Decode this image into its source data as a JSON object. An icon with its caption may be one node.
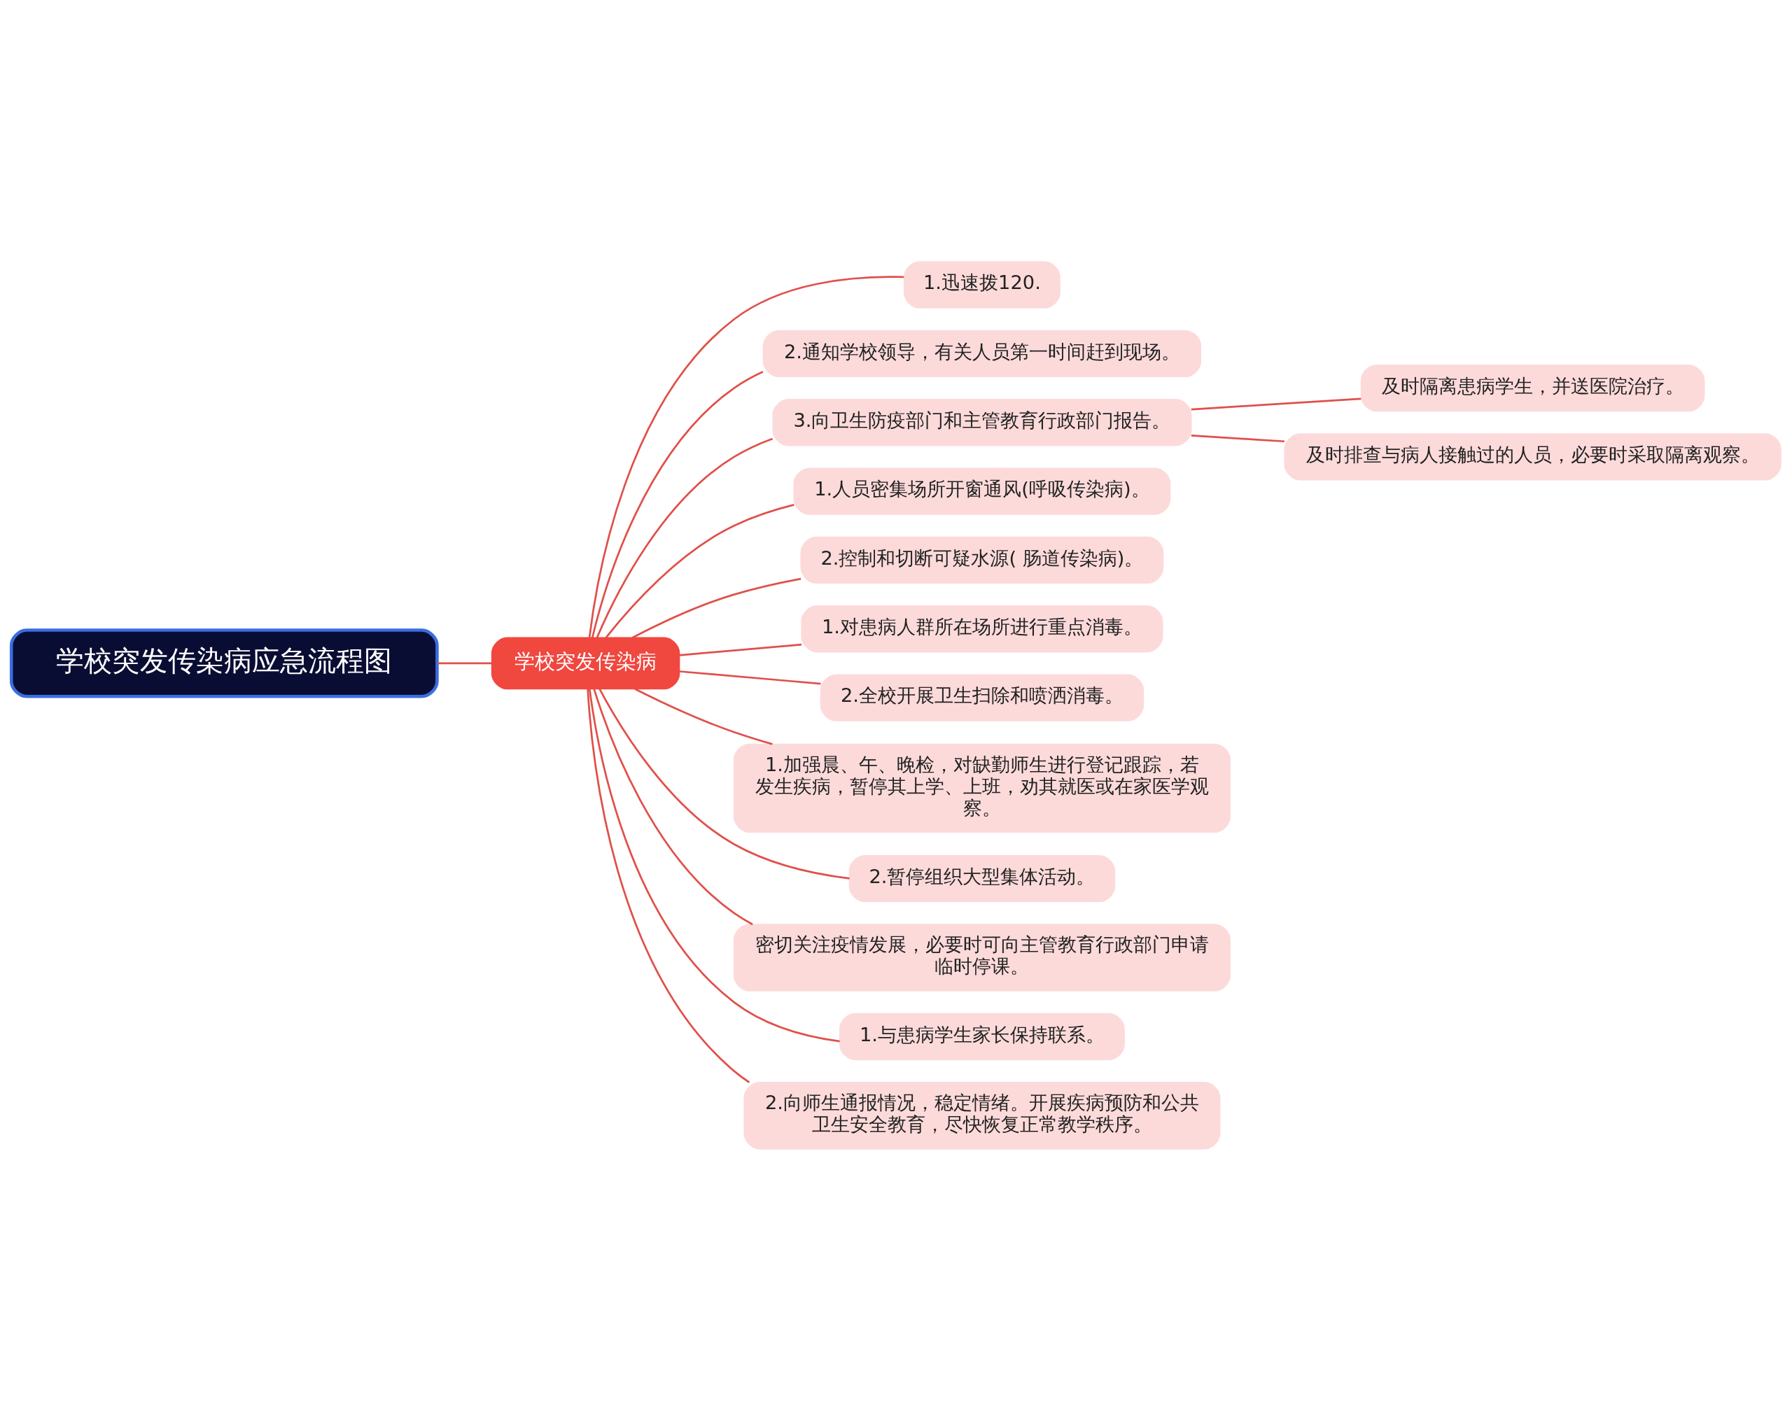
{
  "diagram": {
    "nodes": [
      {
        "text": [
          "学校突发传染病应急流程图"
        ]
      },
      {
        "text": [
          "学校突发传染病"
        ]
      },
      {
        "text": [
          "1.迅速拨120."
        ]
      },
      {
        "text": [
          "2.通知学校领导，有关人员第一时间赶到现场。"
        ]
      },
      {
        "text": [
          "3.向卫生防疫部门和主管教育行政部门报告。"
        ]
      },
      {
        "text": [
          "及时隔离患病学生，并送医院治疗。"
        ]
      },
      {
        "text": [
          "及时排查与病人接触过的人员，必要时采取隔离观察。"
        ]
      },
      {
        "text": [
          "1.人员密集场所开窗通风(呼吸传染病)。"
        ]
      },
      {
        "text": [
          "2.控制和切断可疑水源( 肠道传染病)。"
        ]
      },
      {
        "text": [
          "1.对患病人群所在场所进行重点消毒。"
        ]
      },
      {
        "text": [
          "2.全校开展卫生扫除和喷洒消毒。"
        ]
      },
      {
        "text": [
          "1.加强晨、午、晚检，对缺勤师生进行登记跟踪，若发生疾病，暂停其上学、上班，劝其就医或在家医学观察。"
        ]
      },
      {
        "text": [
          "2.暂停组织大型集体活动。"
        ]
      },
      {
        "text": [
          "密切关注疫情发展，必要时可向主管教育行政部门申请临时停课。"
        ]
      },
      {
        "text": [
          "1.与患病学生家长保持联系。"
        ]
      },
      {
        "text": [
          "2.向师生通报情况，稳定情绪。开展疾病预防和公共卫生安全教育，尽快恢复正常教学秩序。"
        ]
      }
    ],
    "edges": [
      {
        "from": 0,
        "to": 1,
        "arrow": "none"
      },
      {
        "from": 1,
        "to": 2,
        "arrow": "none"
      },
      {
        "from": 1,
        "to": 3,
        "arrow": "none"
      },
      {
        "from": 1,
        "to": 4,
        "arrow": "none"
      },
      {
        "from": 4,
        "to": 5,
        "arrow": "none"
      },
      {
        "from": 4,
        "to": 6,
        "arrow": "none"
      },
      {
        "from": 1,
        "to": 7,
        "arrow": "none"
      },
      {
        "from": 1,
        "to": 8,
        "arrow": "none"
      },
      {
        "from": 1,
        "to": 9,
        "arrow": "none"
      },
      {
        "from": 1,
        "to": 10,
        "arrow": "none"
      },
      {
        "from": 1,
        "to": 11,
        "arrow": "none"
      },
      {
        "from": 1,
        "to": 12,
        "arrow": "none"
      },
      {
        "from": 1,
        "to": 13,
        "arrow": "none"
      },
      {
        "from": 1,
        "to": 14,
        "arrow": "none"
      },
      {
        "from": 1,
        "to": 15,
        "arrow": "none"
      }
    ]
  }
}
